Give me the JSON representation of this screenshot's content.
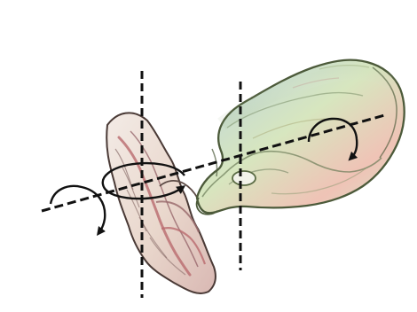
{
  "figure": {
    "background": "#ffffff",
    "colors": {
      "axis_line": "#111111",
      "rotation_arrow": "#111111",
      "left_bone_fill": "#e9d7cc",
      "left_bone_shadow": "#b96a6e",
      "left_bone_outline": "#4a3a36",
      "right_bone_fill": "#d7e6bf",
      "right_bone_tint_blue": "#b9d2df",
      "right_bone_tint_pink": "#efc3b6",
      "right_bone_outline": "#4c5a3a"
    },
    "structures": [
      {
        "name": "left-bone-structure",
        "icon": "bone-fragment-illustration"
      },
      {
        "name": "right-bone-structure",
        "icon": "bone-head-illustration"
      }
    ],
    "axes": [
      {
        "name": "left-vertical-axis",
        "style": "dashed"
      },
      {
        "name": "right-vertical-axis",
        "style": "dashed"
      },
      {
        "name": "oblique-axis",
        "style": "dashed"
      }
    ],
    "rotation_arrows": [
      {
        "name": "left-rotation-arrow",
        "icon": "curved-arrow-clockwise-icon"
      },
      {
        "name": "center-rotation-ellipse-arrow",
        "icon": "elliptical-rotation-arrow-icon"
      },
      {
        "name": "right-rotation-arrow",
        "icon": "curved-arrow-clockwise-icon"
      }
    ]
  }
}
